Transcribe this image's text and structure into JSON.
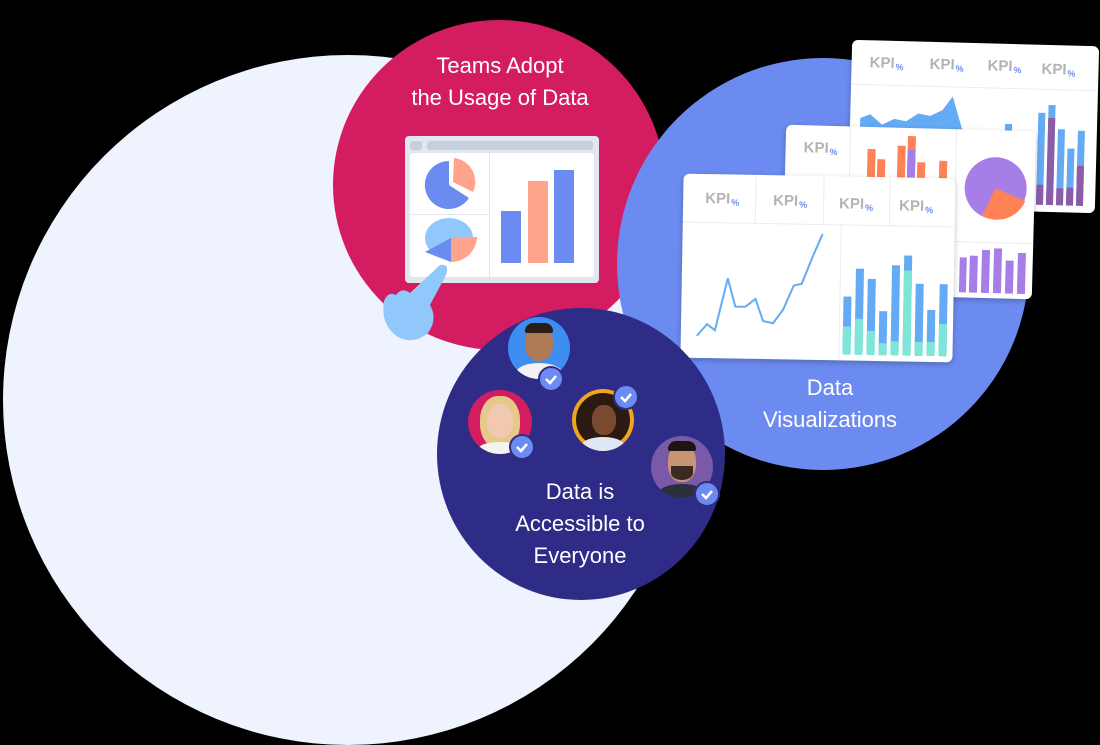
{
  "circles": {
    "adopt": {
      "title_line1": "Teams Adopt",
      "title_line2": "the Usage of Data",
      "color": "#d41d60"
    },
    "visualizations": {
      "title_line1": "Data",
      "title_line2": "Visualizations",
      "color": "#6c8bf0"
    },
    "accessible": {
      "title_line1": "Data is",
      "title_line2": "Accessible to",
      "title_line3": "Everyone",
      "color": "#2e2c86"
    },
    "background": {
      "color": "#eef3fe"
    }
  },
  "kpi": {
    "label": "KPI",
    "suffix": "%"
  },
  "icons": [
    "pie-chart-icon",
    "bar-chart-icon",
    "pointing-hand-icon",
    "check-icon",
    "avatar"
  ],
  "avatars": [
    {
      "name": "person-1",
      "bg": "#3d8ef0"
    },
    {
      "name": "person-2",
      "bg": "#d41d60"
    },
    {
      "name": "person-3",
      "bg": "#f0a51e"
    },
    {
      "name": "person-4",
      "bg": "#7a5aa8"
    }
  ],
  "colors": {
    "accent_blue": "#6c8bf0",
    "orange": "#ff8257",
    "purple": "#a77de8",
    "teal": "#7de6d6",
    "sky": "#64aaf5"
  }
}
